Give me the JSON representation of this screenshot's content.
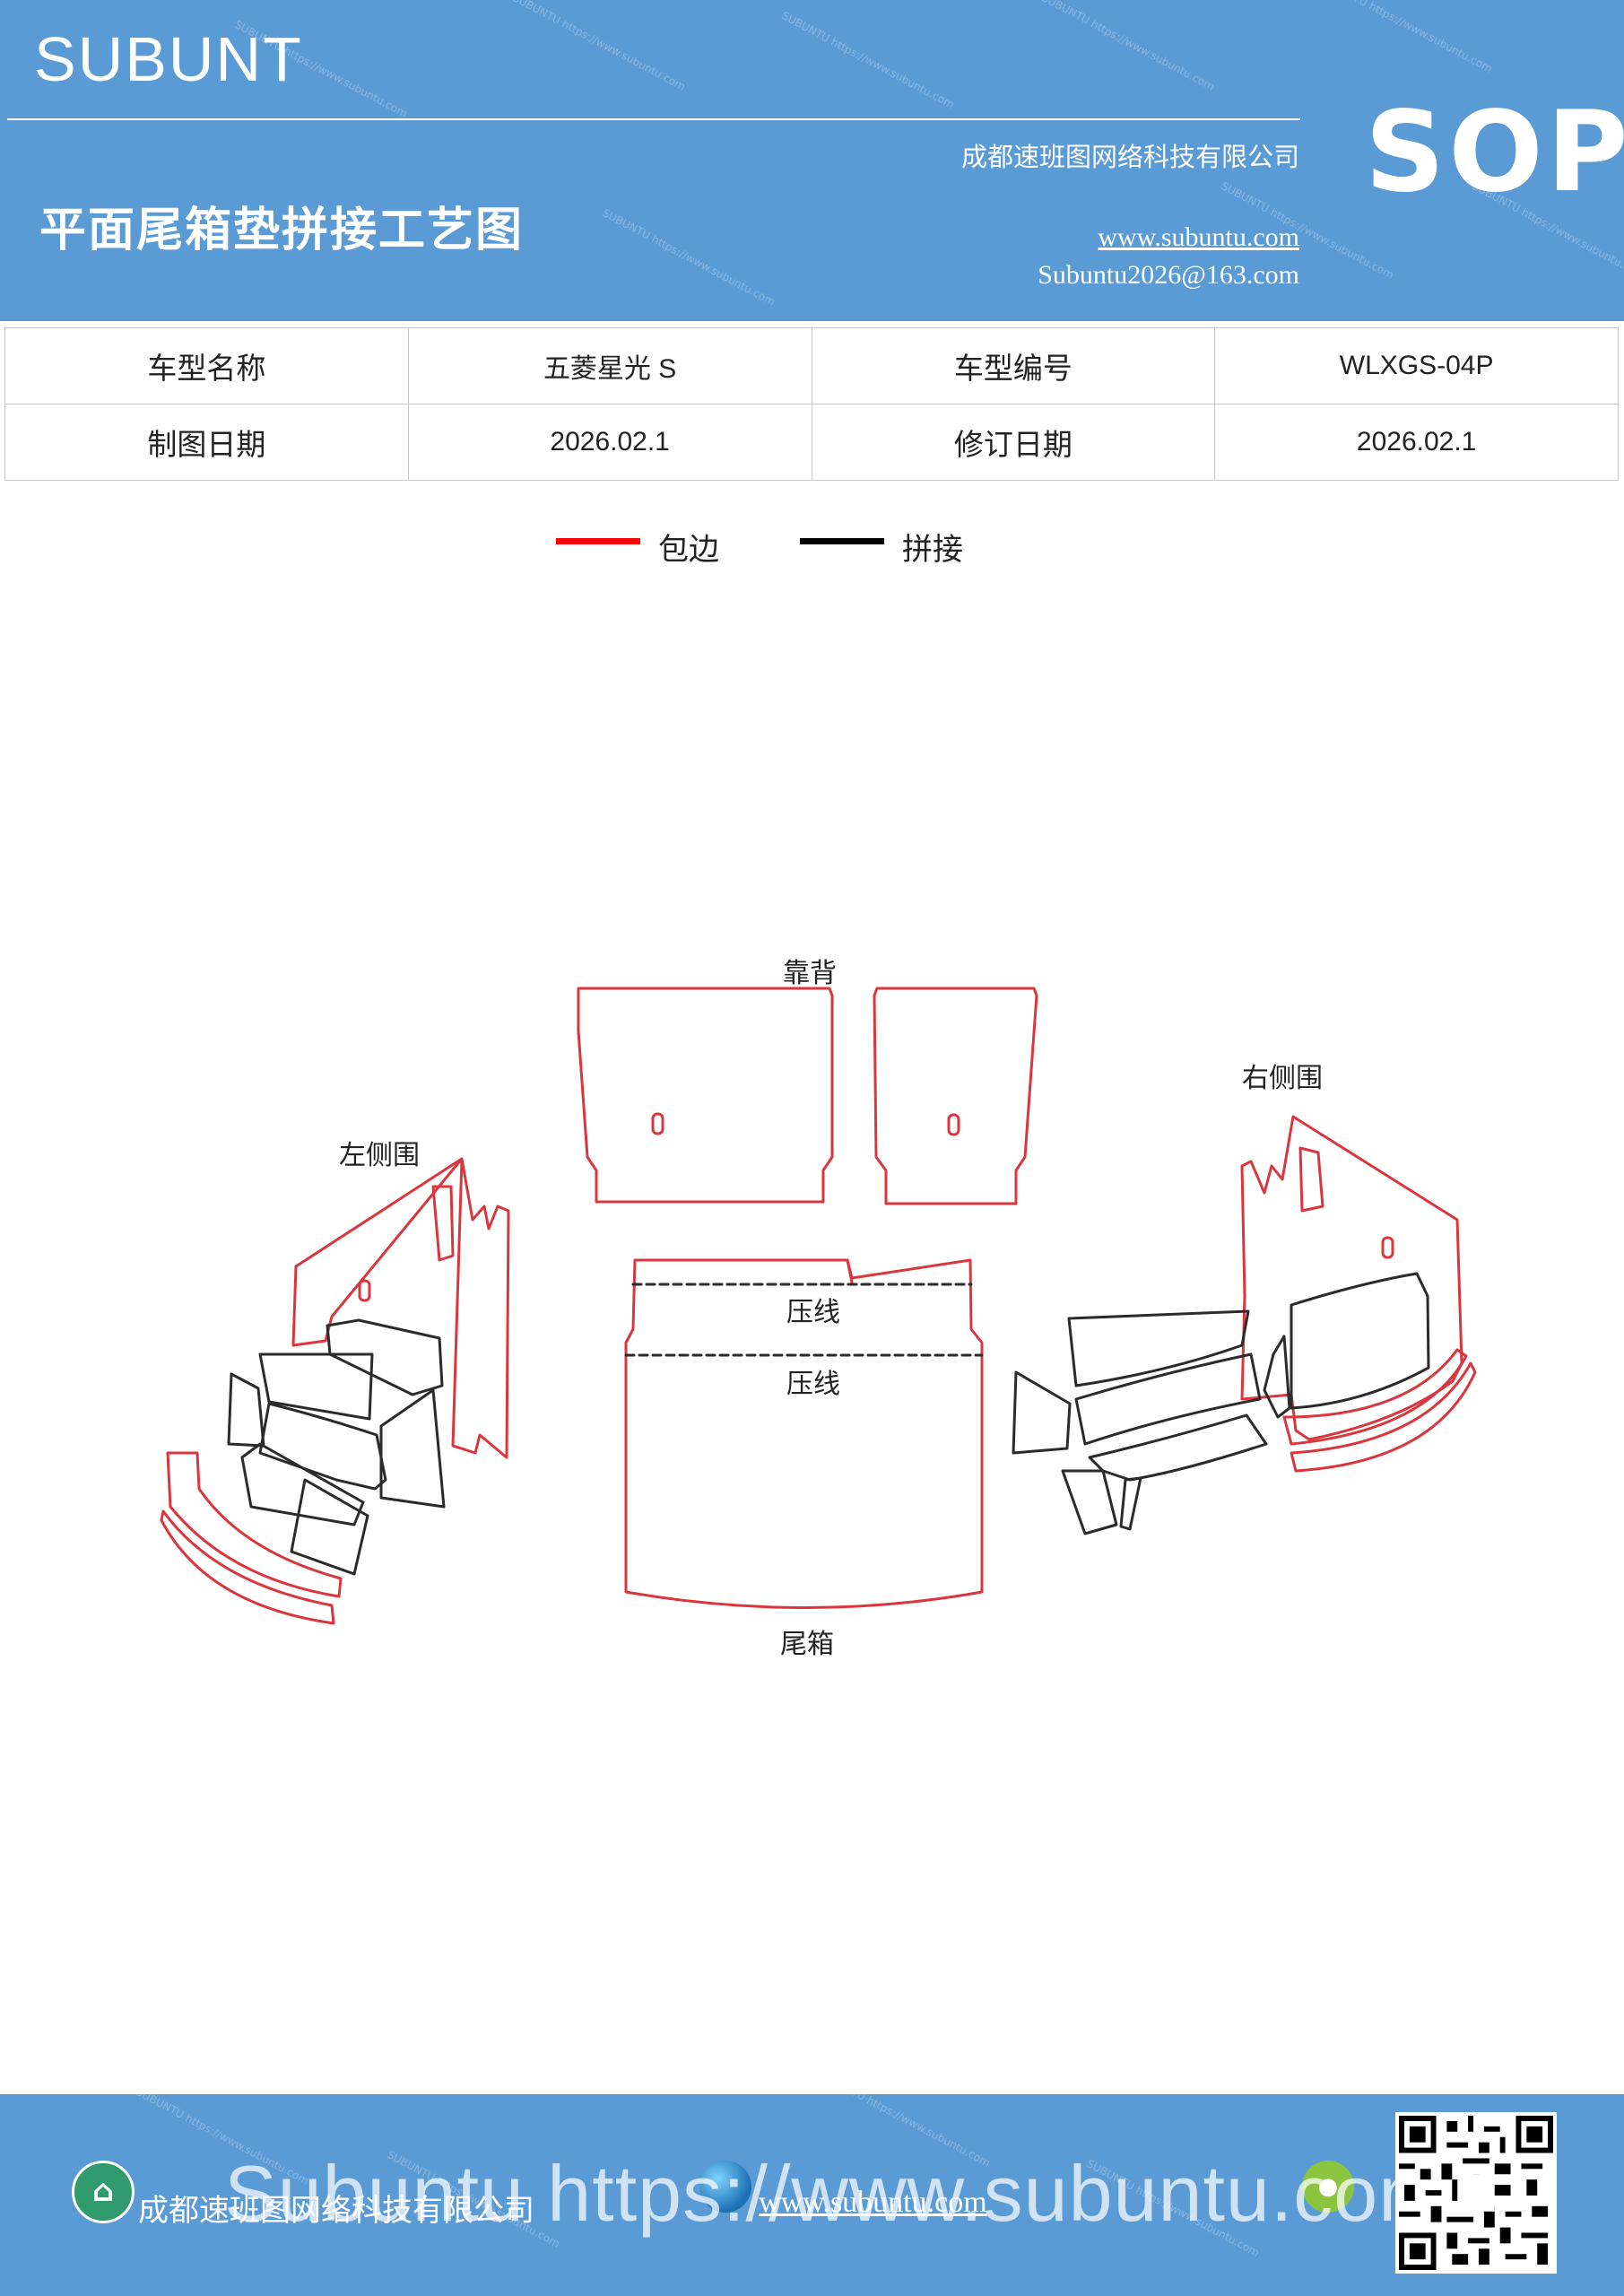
{
  "header": {
    "brand": "SUBUNT",
    "title": "平面尾箱垫拼接工艺图",
    "company": "成都速班图网络科技有限公司",
    "website": "www.subuntu.com",
    "email": "Subuntu2026@163.com",
    "badge": "SOP"
  },
  "info_table": {
    "rows": [
      {
        "label1": "车型名称",
        "value1": "五菱星光 S",
        "label2": "车型编号",
        "value2": "WLXGS-04P"
      },
      {
        "label1": "制图日期",
        "value1": "2026.02.1",
        "label2": "修订日期",
        "value2": "2026.02.1"
      }
    ]
  },
  "legend": {
    "items": [
      {
        "label": "包边",
        "color": "#ff0000"
      },
      {
        "label": "拼接",
        "color": "#000000"
      }
    ]
  },
  "diagram": {
    "labels": {
      "backrest": "靠背",
      "left_side": "左侧围",
      "right_side": "右侧围",
      "crease_upper": "压线",
      "crease_lower": "压线",
      "trunk": "尾箱"
    },
    "colors": {
      "edge": "#d9363e",
      "seam": "#2b2b2b"
    }
  },
  "footer": {
    "company": "成都速班图网络科技有限公司",
    "website": "www.subuntu.com",
    "overlay": "Subuntu https://www.subuntu.com"
  },
  "icons": [
    "building-icon",
    "globe-icon",
    "wechat-icon",
    "qr-code-icon"
  ]
}
